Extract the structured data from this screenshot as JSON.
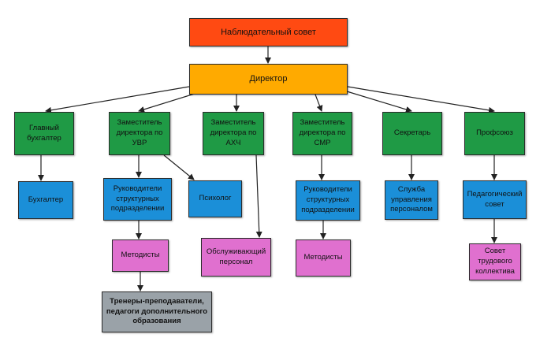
{
  "nodes": {
    "board": "Наблюдательный совет",
    "director": "Директор",
    "chief_accountant": "Главный\nбухгалтер",
    "deputy_uvr": "Заместитель\nдиректора по\nУВР",
    "deputy_ahch": "Заместитель\nдиректора по\nАХЧ",
    "deputy_smr": "Заместитель\nдиректора по\nСМР",
    "secretary": "Секретарь",
    "union": "Профсоюз",
    "accountant": "Бухгалтер",
    "heads_uvr": "Руководители\nструктурных\nподразделении",
    "psychologist": "Психолог",
    "heads_smr": "Руководители\nструктурных\nподразделении",
    "hr_service": "Служба\nуправления\nперсоналом",
    "ped_council": "Педагогический\nсовет",
    "methodists_uvr": "Методисты",
    "service_staff": "Обслуживающий\nперсонал",
    "methodists_smr": "Методисты",
    "labor_council": "Совет\nтрудового\nколлектива",
    "trainers": "Тренеры-преподаватели,\nпедагоги дополнительного\nобразования"
  },
  "colors": {
    "top": "#ff4a12",
    "director": "#ffaa00",
    "level2": "#1f9a45",
    "level3": "#1b8fd8",
    "level4": "#e070cf",
    "level5": "#9aa2a8"
  }
}
